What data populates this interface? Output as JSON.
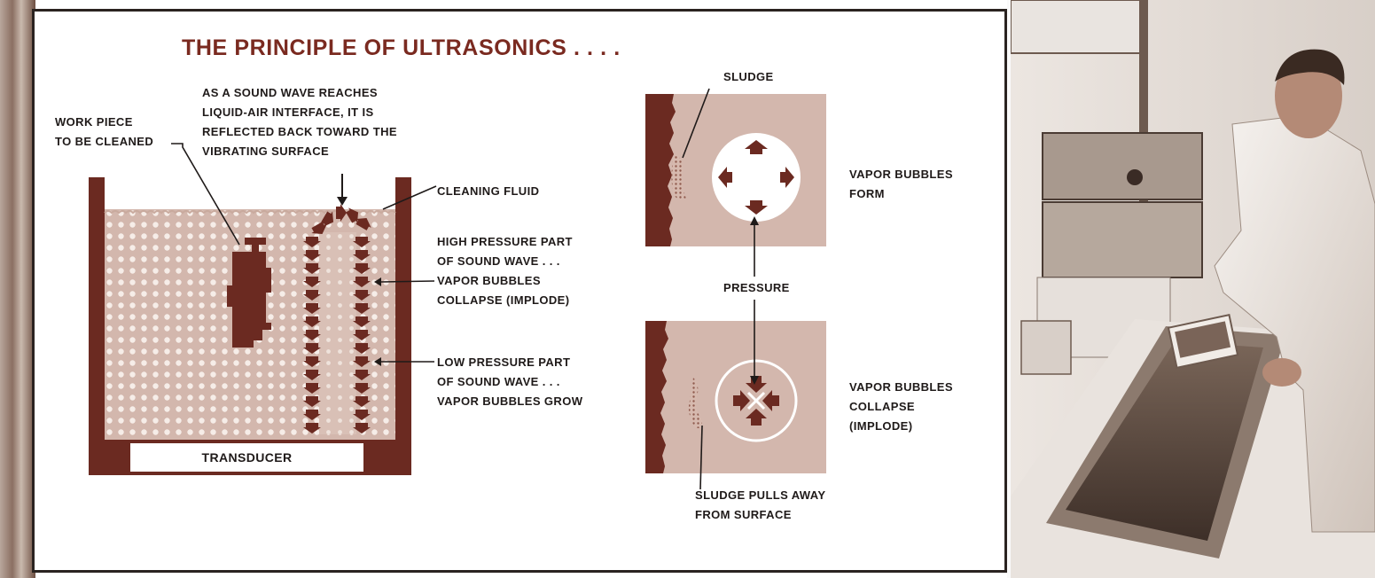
{
  "title": "THE PRINCIPLE OF ULTRASONICS . . . .",
  "tank": {
    "work_piece_label": [
      "WORK PIECE",
      "TO BE CLEANED"
    ],
    "sound_wave_note": [
      "AS A SOUND WAVE REACHES",
      "LIQUID-AIR INTERFACE, IT IS",
      "REFLECTED BACK TOWARD THE",
      "VIBRATING SURFACE"
    ],
    "cleaning_fluid_label": "CLEANING FLUID",
    "high_pressure_label": [
      "HIGH PRESSURE PART",
      "OF SOUND WAVE . . .",
      "VAPOR BUBBLES",
      "COLLAPSE (IMPLODE)"
    ],
    "low_pressure_label": [
      "LOW PRESSURE PART",
      "OF SOUND WAVE . . .",
      "VAPOR BUBBLES GROW"
    ],
    "transducer_label": "TRANSDUCER"
  },
  "bubble_panels": {
    "sludge_label": "SLUDGE",
    "form_label": [
      "VAPOR BUBBLES",
      "FORM"
    ],
    "pressure_label": "PRESSURE",
    "collapse_label": [
      "VAPOR BUBBLES",
      "COLLAPSE",
      "(IMPLODE)"
    ],
    "sludge_pulls_label": [
      "SLUDGE PULLS AWAY",
      "FROM SURFACE"
    ]
  },
  "colors": {
    "brown": "#6b2a21",
    "fluid": "#d3b7ad",
    "title": "#7a2a20",
    "ink": "#1f1a19",
    "photo_tone": "#a79183"
  }
}
